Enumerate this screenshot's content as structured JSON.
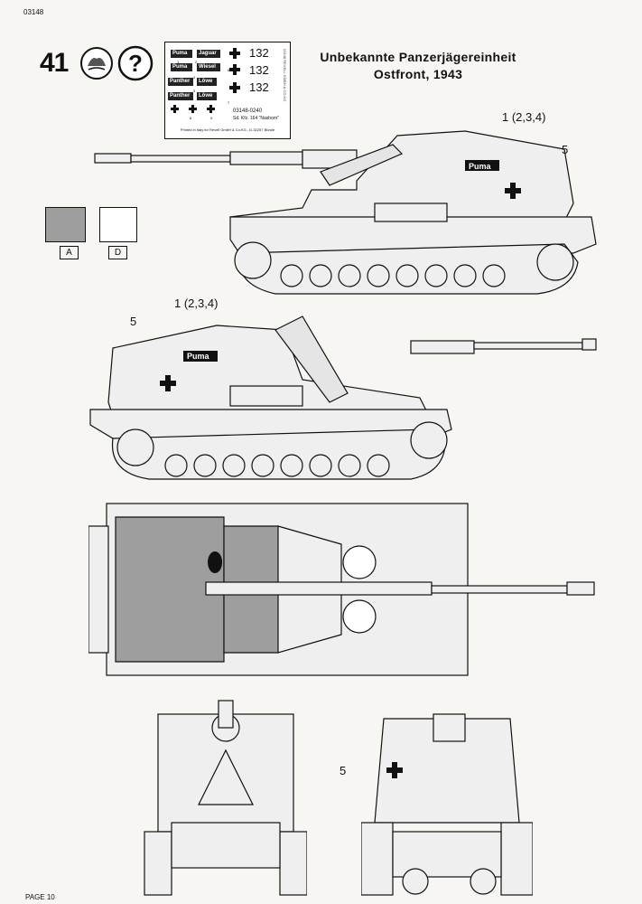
{
  "page": {
    "doc_number": "03148",
    "page_label": "PAGE 10"
  },
  "step": {
    "number": "41"
  },
  "heading": {
    "line1": "Unbekannte Panzerjägereinheit",
    "line2": "Ostfront, 1943"
  },
  "decal_sheet": {
    "names": [
      "Puma",
      "Jaguar",
      "Puma",
      "Wiesel",
      "Panther",
      "Löwe",
      "Panther",
      "Löwe"
    ],
    "numbers": [
      "132",
      "132",
      "132"
    ],
    "small_numbers": [
      "1",
      "2",
      "3",
      "4",
      "6",
      "7",
      "8",
      "9"
    ],
    "code": "03148-0240",
    "vehicle": "Sd. Kfz. 164 \"Nashorn\"",
    "printed_note": "Printed in Italy for Revell GmbH & Co.KG., D-32257 Bünde",
    "side_code": "03148 REVELL GMBH & CO.KG"
  },
  "paints": [
    {
      "code": "A",
      "color": "#9e9e9e"
    },
    {
      "code": "D",
      "color": "#ffffff"
    }
  ],
  "callouts": {
    "side_top_numbers": "1 (2,3,4)",
    "side_top_cross": "5",
    "side_bottom_numbers": "1 (2,3,4)",
    "side_bottom_cross": "5",
    "front_cross": "5"
  },
  "vehicle_marking": {
    "name": "Puma"
  },
  "colors": {
    "ink": "#1a1a1a",
    "paint_grey": "#9e9e9e",
    "hull_fill": "#eeeeee"
  }
}
